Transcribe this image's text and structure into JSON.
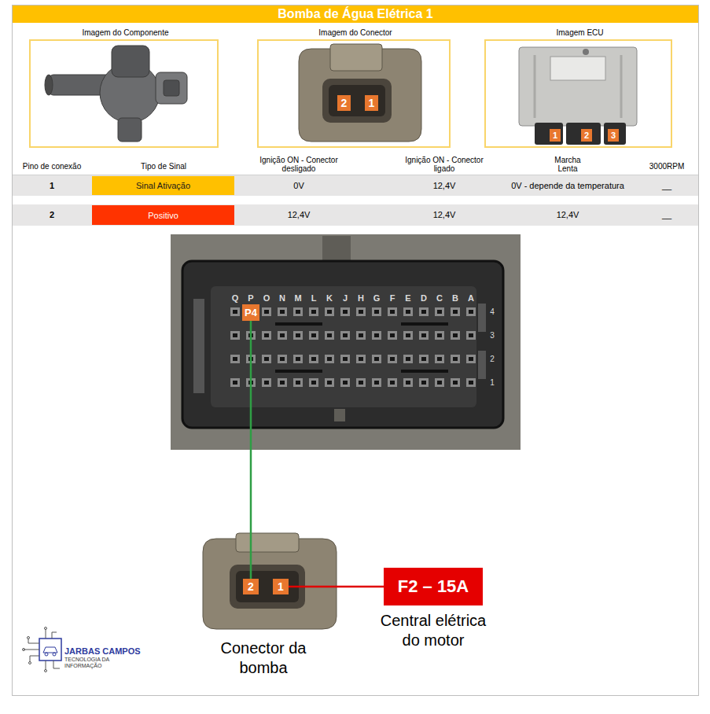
{
  "diagram": {
    "title": "Bomba de Água Elétrica 1",
    "nodes": [
      {
        "text": [
          "Imagem do Componente"
        ]
      },
      {
        "text": [
          "Imagem do Conector"
        ]
      },
      {
        "text": [
          "2"
        ],
        "in": 1
      },
      {
        "text": [
          "1"
        ],
        "in": 1
      },
      {
        "text": [
          "Imagem ECU"
        ]
      },
      {
        "text": [
          "1"
        ],
        "in": 4
      },
      {
        "text": [
          "2"
        ],
        "in": 4
      },
      {
        "text": [
          "3"
        ],
        "in": 4
      },
      {
        "text": [
          "Sinal Ativação"
        ]
      },
      {
        "text": [
          "Positivo"
        ]
      },
      {
        "text": [
          "P4"
        ]
      },
      {
        "text": [
          "2"
        ]
      },
      {
        "text": [
          "1"
        ]
      },
      {
        "text": [
          "F2 – 15A",
          "Central elétrica do motor"
        ]
      }
    ],
    "edges": [
      {
        "from": 10,
        "to": 11,
        "arrow": "none"
      },
      {
        "from": 12,
        "to": 13,
        "arrow": "none"
      }
    ],
    "labels": [
      "Pino de conexão",
      "Tipo de Sinal",
      "Ignição ON - Conector desligado",
      "Ignição ON - Conector ligado",
      "Marcha Lenta",
      "3000RPM",
      "1",
      "0V",
      "12,4V",
      "0V - depende da temperatura",
      "__",
      "2",
      "12,4V",
      "12,4V",
      "12,4V",
      "__",
      "Q",
      "P",
      "O",
      "N",
      "M",
      "L",
      "K",
      "J",
      "H",
      "G",
      "F",
      "E",
      "D",
      "C",
      "B",
      "A",
      "4",
      "3",
      "2",
      "1",
      "Conector da bomba",
      "JARBAS CAMPOS",
      "TECNOLOGIA DA INFORMAÇÃO"
    ]
  }
}
